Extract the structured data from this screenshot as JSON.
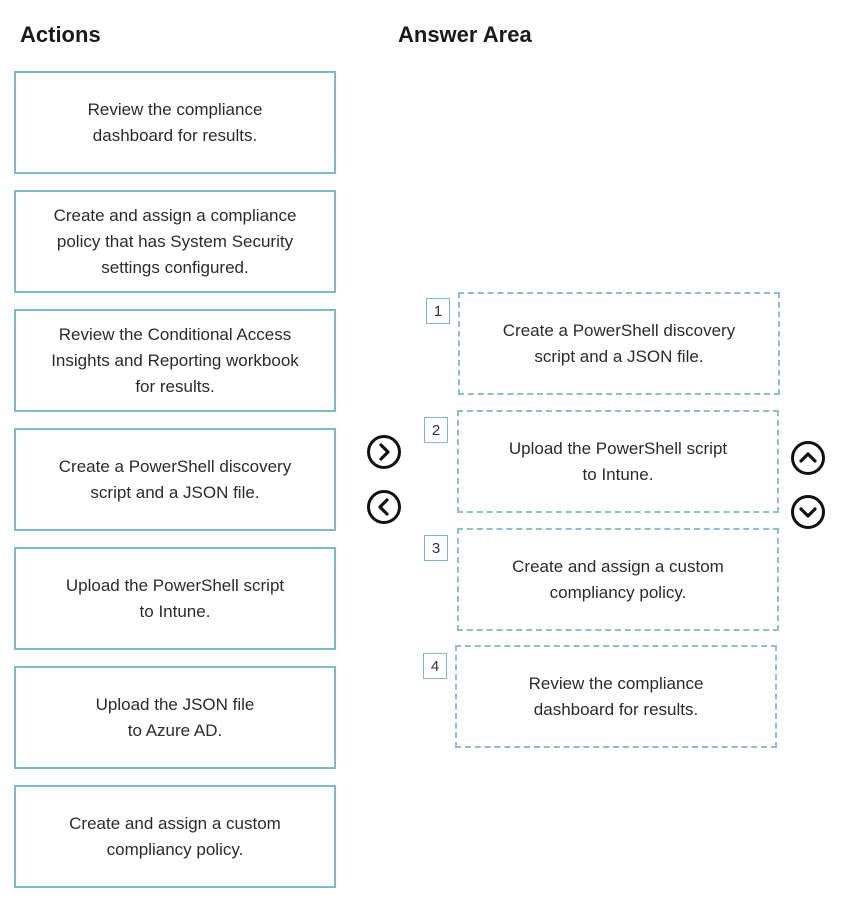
{
  "headings": {
    "actions": "Actions",
    "answer_area": "Answer Area"
  },
  "actions": [
    {
      "line1": "Review the compliance",
      "line2": "dashboard for results.",
      "line3": ""
    },
    {
      "line1": "Create and assign a compliance",
      "line2": "policy that has System Security",
      "line3": "settings configured."
    },
    {
      "line1": "Review the Conditional Access",
      "line2": "Insights and Reporting workbook",
      "line3": "for results."
    },
    {
      "line1": "Create a PowerShell discovery",
      "line2": "script and a JSON file.",
      "line3": ""
    },
    {
      "line1": "Upload the PowerShell script",
      "line2": "to Intune.",
      "line3": ""
    },
    {
      "line1": "Upload the JSON file",
      "line2": "to Azure AD.",
      "line3": ""
    },
    {
      "line1": "Create and assign a custom",
      "line2": "compliancy policy.",
      "line3": ""
    }
  ],
  "answers": [
    {
      "number": "1",
      "line1": "Create a PowerShell discovery",
      "line2": "script and a JSON file."
    },
    {
      "number": "2",
      "line1": "Upload the PowerShell script",
      "line2": "to Intune."
    },
    {
      "number": "3",
      "line1": "Create and assign a custom",
      "line2": "compliancy policy."
    },
    {
      "number": "4",
      "line1": "Review the compliance",
      "line2": "dashboard for results."
    }
  ],
  "controls": {
    "move_right_icon": "chevron-right-icon",
    "move_left_icon": "chevron-left-icon",
    "move_up_icon": "chevron-up-icon",
    "move_down_icon": "chevron-down-icon"
  },
  "colors": {
    "box_border": "#7fb9c4",
    "answer_border": "#8fc0c9",
    "text": "#2b2b2b"
  }
}
